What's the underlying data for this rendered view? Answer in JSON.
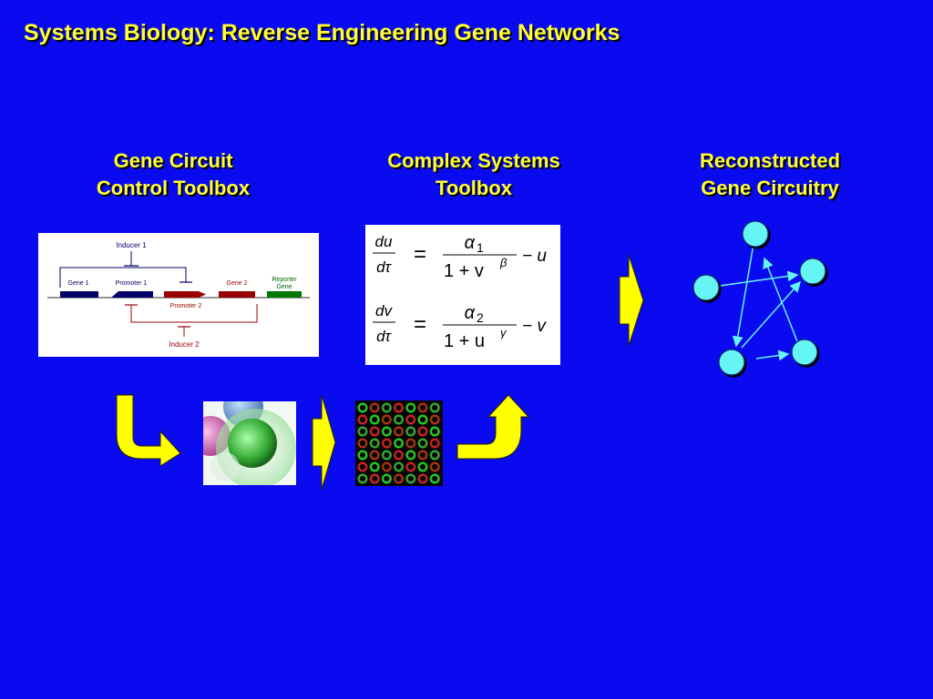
{
  "slide": {
    "title": "Systems Biology: Reverse Engineering Gene Networks",
    "colors": {
      "background": "#0a0af0",
      "heading": "#ffff33",
      "arrow": "#ffff00",
      "node": "#66f5f5"
    }
  },
  "columns": [
    {
      "line1": "Gene Circuit",
      "line2": "Control Toolbox"
    },
    {
      "line1": "Complex Systems",
      "line2": "Toolbox"
    },
    {
      "line1": "Reconstructed",
      "line2": "Gene Circuitry"
    }
  ],
  "circuit": {
    "inducer1": "Inducer 1",
    "inducer2": "Inducer 2",
    "gene1": "Gene 1",
    "promoter1": "Promoter 1",
    "promoter2": "Promoter 2",
    "gene2": "Gene 2",
    "reporter_line1": "Reporter",
    "reporter_line2": "Gene"
  },
  "equations": {
    "eq1": {
      "lhs_num": "du",
      "lhs_den": "dτ",
      "equals": "=",
      "rhs_num": "α",
      "rhs_num_sub": "1",
      "rhs_den": "1 + v",
      "rhs_den_sup": "β",
      "tail": "− u"
    },
    "eq2": {
      "lhs_num": "dv",
      "lhs_den": "dτ",
      "equals": "=",
      "rhs_num": "α",
      "rhs_num_sub": "2",
      "rhs_den": "1 + u",
      "rhs_den_sup": "γ",
      "tail": "− v"
    }
  },
  "network": {
    "nodes": [
      "top",
      "left",
      "right",
      "bottom-left",
      "bottom-right"
    ],
    "edges": [
      [
        "top",
        "bottom-left"
      ],
      [
        "left",
        "right"
      ],
      [
        "bottom-left",
        "right"
      ],
      [
        "bottom-left",
        "bottom-right"
      ],
      [
        "bottom-right",
        "top"
      ]
    ]
  },
  "icons": [
    "arrow-right-icon",
    "curved-arrow-down-right-icon",
    "curved-arrow-up-icon",
    "cells-image",
    "microarray-image"
  ]
}
